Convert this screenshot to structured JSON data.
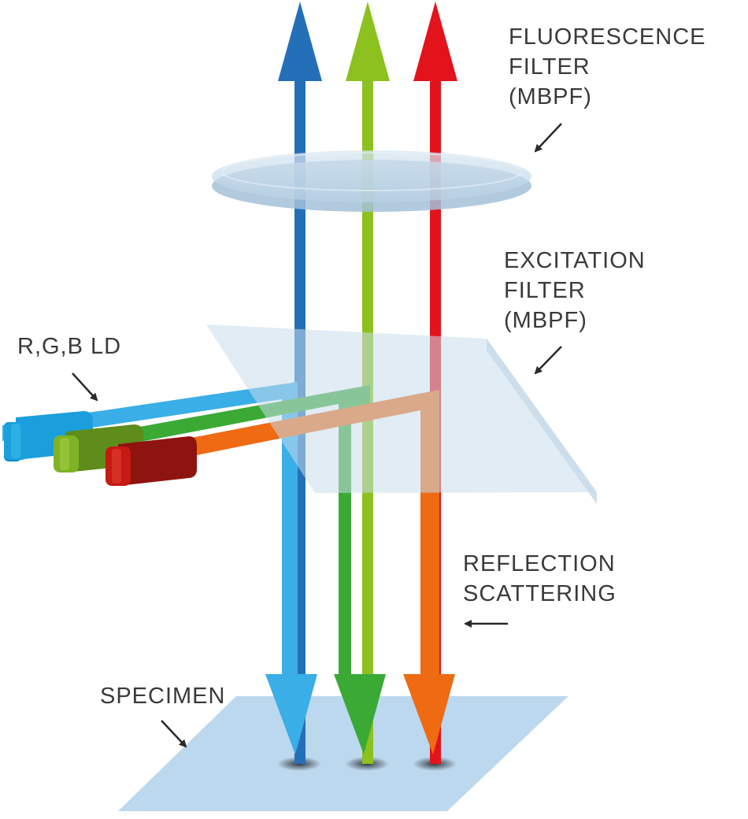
{
  "labels": {
    "fluorescence_filter": [
      "FLUORESCENCE",
      "FILTER",
      "(MBPF)"
    ],
    "excitation_filter": [
      "EXCITATION",
      "FILTER",
      "(MBPF)"
    ],
    "rgb_ld": "R,G,B LD",
    "reflection_scattering": [
      "REFLECTION",
      "SCATTERING"
    ],
    "specimen": "SPECIMEN"
  },
  "colors": {
    "blue_upward": "#2470b8",
    "blue_incident": "#3aaee6",
    "green_upward": "#8cc11f",
    "green_incident": "#3aaa35",
    "red_upward": "#e3131b",
    "red_incident": "#ee6a13",
    "filter_tint": "#c9dceb",
    "specimen_tint": "#bcd8ee",
    "text": "#3a3a3a"
  },
  "icons": [
    "blue-laser-diode-icon",
    "green-laser-diode-icon",
    "red-laser-diode-icon",
    "pointer-arrow-icon"
  ]
}
